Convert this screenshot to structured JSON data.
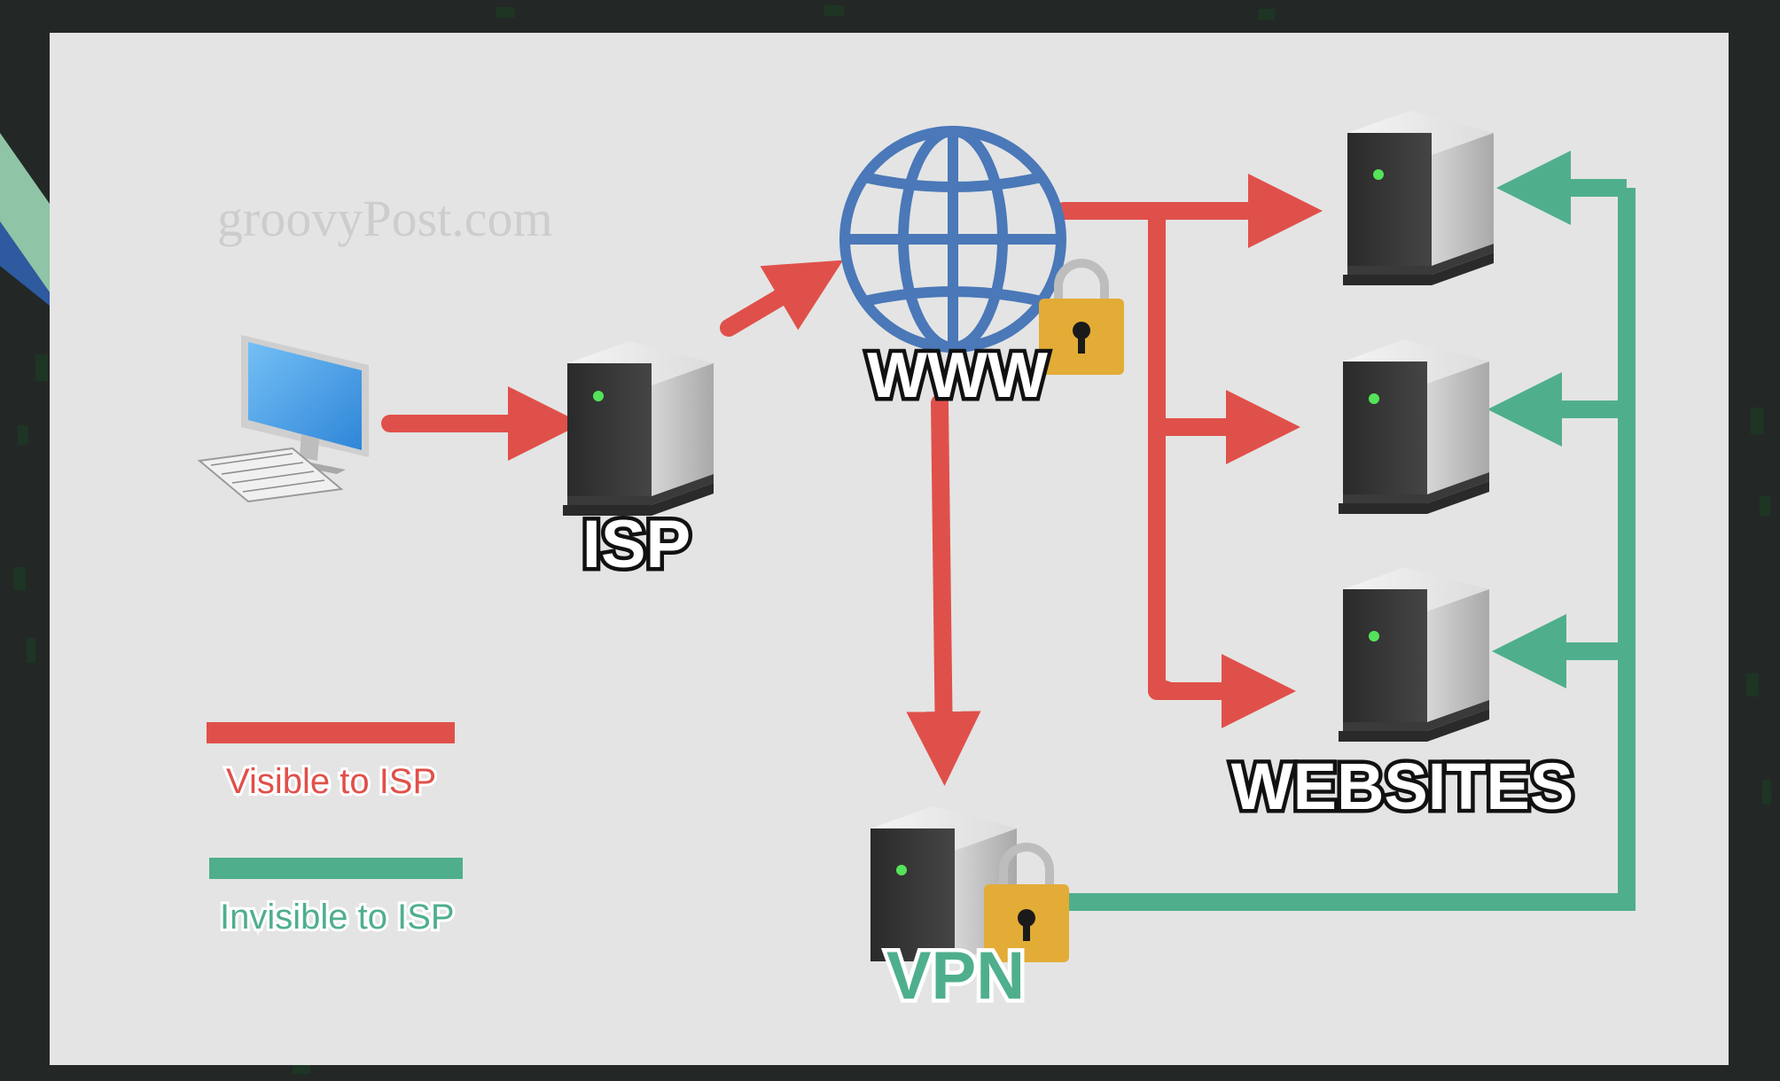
{
  "watermark": "groovyPost.com",
  "nodes": {
    "computer": {
      "label": ""
    },
    "isp": {
      "label": "ISP"
    },
    "www": {
      "label": "WWW"
    },
    "vpn": {
      "label": "VPN"
    },
    "websites": {
      "label": "WEBSITES"
    }
  },
  "legend": {
    "visible": {
      "label": "Visible to ISP",
      "color": "#e0504a"
    },
    "invisible": {
      "label": "Invisible to ISP",
      "color": "#4faf8c"
    }
  },
  "colors": {
    "panel": "#e4e4e4",
    "frame": "#232826",
    "globe": "#4a78b8",
    "lock": "#e2ac36",
    "screen": "#4aa3ec"
  },
  "icons": [
    "computer-icon",
    "server-icon",
    "globe-icon",
    "lock-icon",
    "arrow"
  ]
}
